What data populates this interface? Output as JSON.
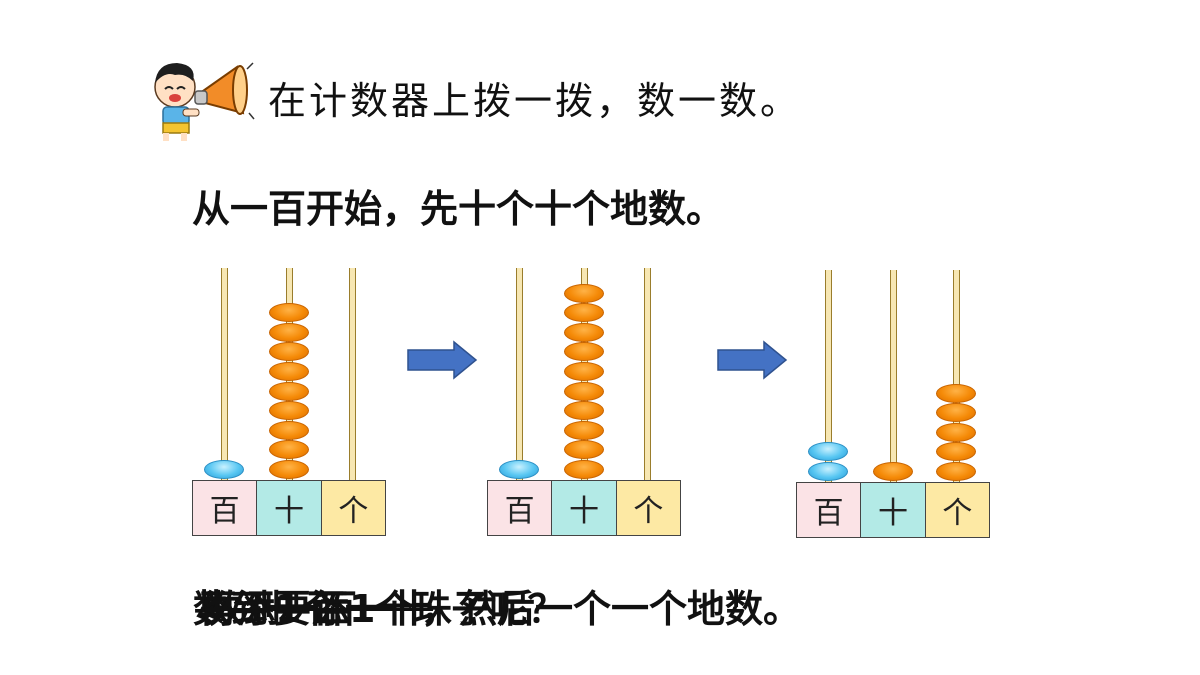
{
  "instruction": "在计数器上拨一拨，数一数。",
  "heading": "从一百开始，先十个十个地数。",
  "overlapping_text": {
    "line_a": "要添1个珠子呢？",
    "line_b": "数到一百一十，然后一个一个地数。",
    "line_c": "再添1个",
    "line_d": "数到一百一十"
  },
  "abacus_labels": {
    "hundreds": "百",
    "tens": "十",
    "ones": "个"
  },
  "abaci": [
    {
      "hundreds": 1,
      "tens": 9,
      "ones": 0
    },
    {
      "hundreds": 1,
      "tens": 10,
      "ones": 0
    },
    {
      "hundreds": 2,
      "tens": 1,
      "ones": 5
    }
  ],
  "colors": {
    "hundreds_cell": "#fbe3e6",
    "tens_cell": "#b3eae6",
    "ones_cell": "#fde9a4",
    "arrow": "#4472c4",
    "bead_orange": "#f58a07",
    "bead_blue": "#57c6f2"
  },
  "icons": {
    "mascot": "boy-with-megaphone-icon",
    "arrow": "right-arrow-icon"
  }
}
